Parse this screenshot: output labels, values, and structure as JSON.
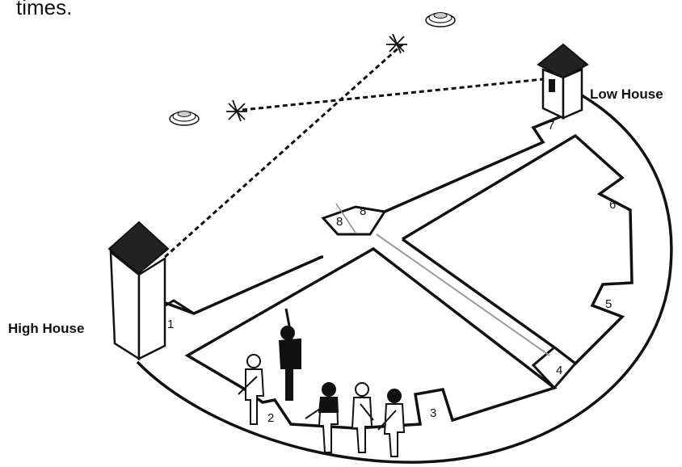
{
  "header_fragment": "times.",
  "houses": {
    "high": "High House",
    "low": "Low House"
  },
  "stations": [
    "1",
    "2",
    "3",
    "4",
    "5",
    "6",
    "7",
    "8",
    "8"
  ],
  "colors": {
    "ink": "#111111",
    "house_roof": "#222222",
    "center_line": "#9a9a9a",
    "background": "#ffffff"
  },
  "icons": [
    "clay-target-icon",
    "target-burst-icon",
    "shooter-figure-icon"
  ]
}
